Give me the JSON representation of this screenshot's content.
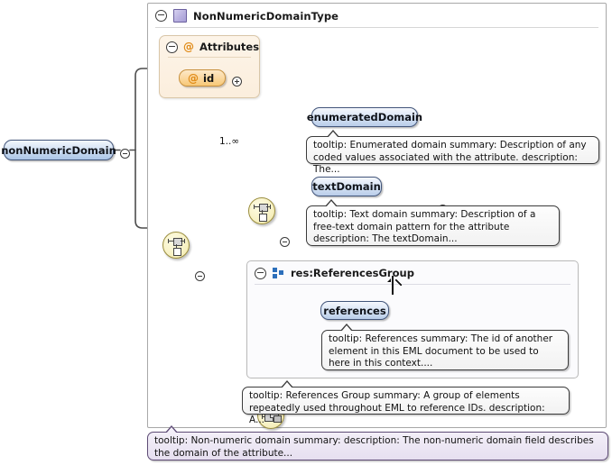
{
  "diagram": {
    "kind": "xsd-schema-diagram",
    "root_element": {
      "name": "nonNumericDomain",
      "expander": "minus"
    },
    "complex_type": {
      "title": "NonNumericDomainType",
      "expander": "minus",
      "icon": "complextype-icon"
    },
    "attributes_block": {
      "title": "Attributes",
      "expander": "minus",
      "at_symbol": "@",
      "attributes": [
        {
          "at_symbol": "@",
          "name": "id",
          "expander": "plus"
        }
      ]
    },
    "compositors": {
      "outer_sequence": {
        "type": "sequence",
        "occurrence": ""
      },
      "inner_choice": {
        "type": "sequence",
        "occurrence": "1..∞"
      },
      "group_ref": {
        "type": "group-reference",
        "occurrence": ""
      }
    },
    "elements": [
      {
        "name": "enumeratedDomain",
        "expander": "plus",
        "tooltip": "tooltip: Enumerated domain summary: Description of any coded values associated with the attribute. description: The..."
      },
      {
        "name": "textDomain",
        "expander": "plus",
        "tooltip": "tooltip: Text domain summary: Description of a free-text domain pattern for the attribute description: The textDomain..."
      },
      {
        "name": "references",
        "expander": "plus",
        "tooltip": "tooltip: References summary: The id of another element in this EML document to be used to here in this context...."
      }
    ],
    "references_group": {
      "title": "res:ReferencesGroup",
      "expander": "minus",
      "icon": "model-group-icon",
      "goto_icon": "goto-link-icon",
      "tooltip": "tooltip: References Group summary: A group of elements repeatedly used throughout EML to reference IDs. description: A..."
    },
    "root_tooltip": "tooltip: Non-numeric domain summary: description: The non-numeric domain field describes the domain of the attribute...",
    "colors": {
      "element_fill": "#b9cde9",
      "attribute_fill": "#f7c877",
      "compositor_fill": "#f8f2c5",
      "group_icon": "#2c6fbb",
      "complextype_icon": "#b9b1e0",
      "root_tooltip_fill": "#e6dff0",
      "line": "#4d4d4d"
    }
  }
}
